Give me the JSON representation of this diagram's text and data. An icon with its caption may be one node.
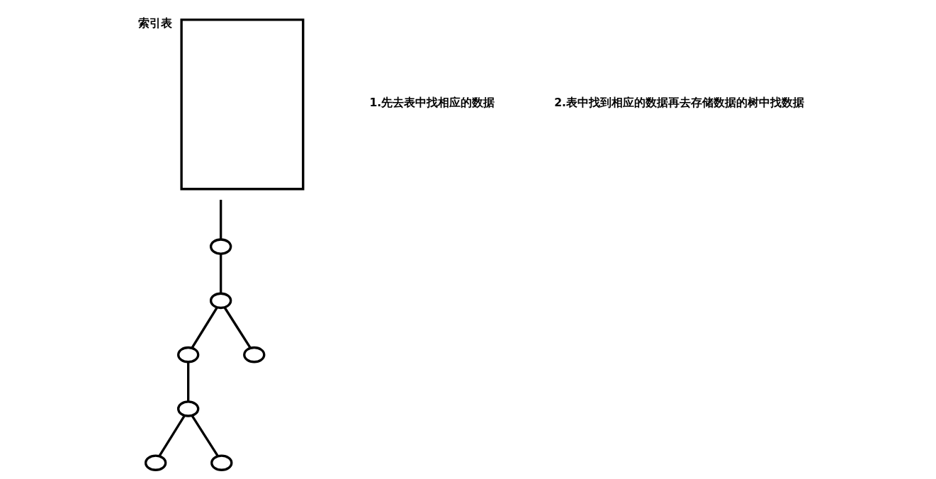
{
  "diagram": {
    "nodes": [
      {
        "text": [
          "索引表"
        ]
      },
      {
        "text": [],
        "shape": "circle"
      },
      {
        "text": [],
        "shape": "circle"
      },
      {
        "text": [],
        "shape": "circle"
      },
      {
        "text": [],
        "shape": "circle"
      },
      {
        "text": [],
        "shape": "circle"
      },
      {
        "text": [],
        "shape": "circle"
      },
      {
        "text": [],
        "shape": "circle"
      }
    ],
    "edges": [
      {
        "from": 0,
        "to": 4,
        "arrow": "none"
      },
      {
        "from": 4,
        "to": 2,
        "arrow": "none"
      },
      {
        "from": 2,
        "to": 1,
        "arrow": "none"
      },
      {
        "from": 1,
        "to": 3,
        "arrow": "none"
      },
      {
        "from": 2,
        "to": 5,
        "arrow": "none"
      },
      {
        "from": 3,
        "to": 6,
        "arrow": "none"
      },
      {
        "from": 3,
        "to": 7,
        "arrow": "none"
      }
    ],
    "labels": [
      "1.先去表中找相应的数据",
      "2.表中找到相应的数据再去存储数据的树中找数据"
    ]
  }
}
